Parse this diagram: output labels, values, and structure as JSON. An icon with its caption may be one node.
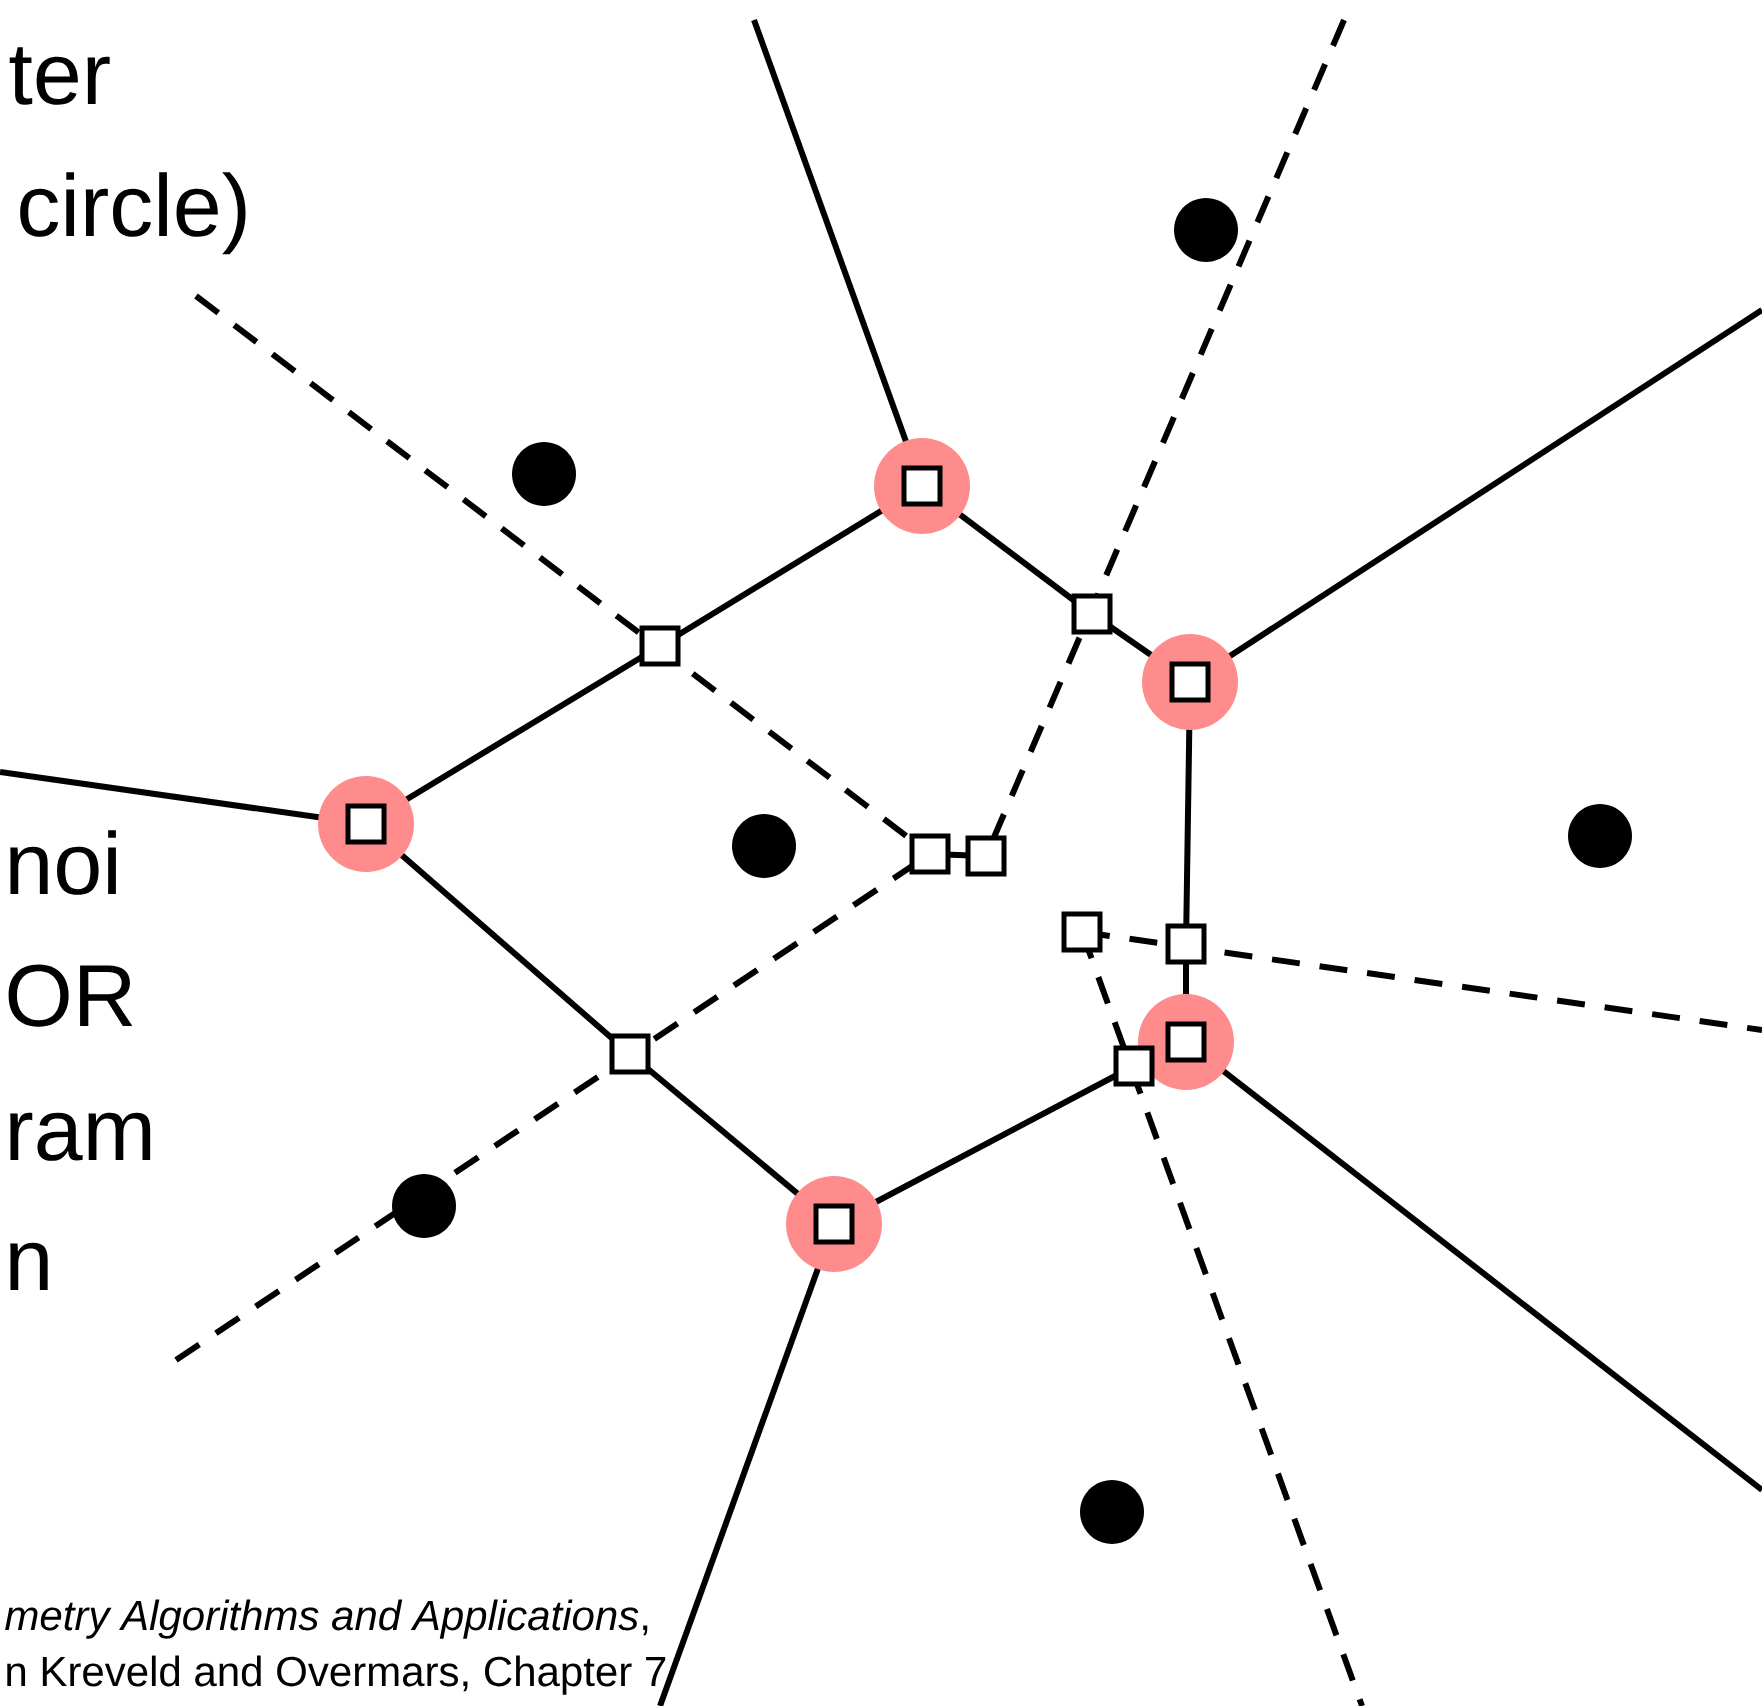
{
  "diagram": {
    "labels": [
      "ter",
      "circle)",
      "noi",
      "OR",
      "ram",
      "n",
      "*metry Algorithms and Applications*,",
      "n Kreveld and Overmars, Chapter 7"
    ]
  }
}
